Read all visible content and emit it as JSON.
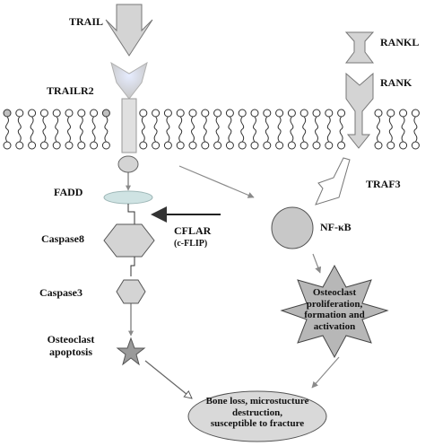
{
  "labels": {
    "trail": "TRAIL",
    "trailr2": "TRAILR2",
    "rankl": "RANKL",
    "rank": "RANK",
    "fadd": "FADD",
    "traf3": "TRAF3",
    "caspase8": "Caspase8",
    "cflar": "CFLAR",
    "cflip": "(c-FLIP)",
    "nfkb": "NF-κB",
    "caspase3": "Caspase3",
    "osteoclast_activation_line1": "Osteoclast",
    "osteoclast_activation_line2": "proliferation,",
    "osteoclast_activation_line3": "formation and",
    "osteoclast_activation_line4": "activation",
    "apoptosis_line1": "Osteoclast",
    "apoptosis_line2": "apoptosis",
    "outcome_line1": "Bone loss, microstucture",
    "outcome_line2": "destruction,",
    "outcome_line3": "susceptible to fracture"
  },
  "colors": {
    "shape_fill": "#d4d4d4",
    "shape_stroke": "#777777",
    "arrow_gray": "#8a8a8a",
    "inhibit_dark": "#333333",
    "fadd_fill": "#cfe3e3"
  }
}
